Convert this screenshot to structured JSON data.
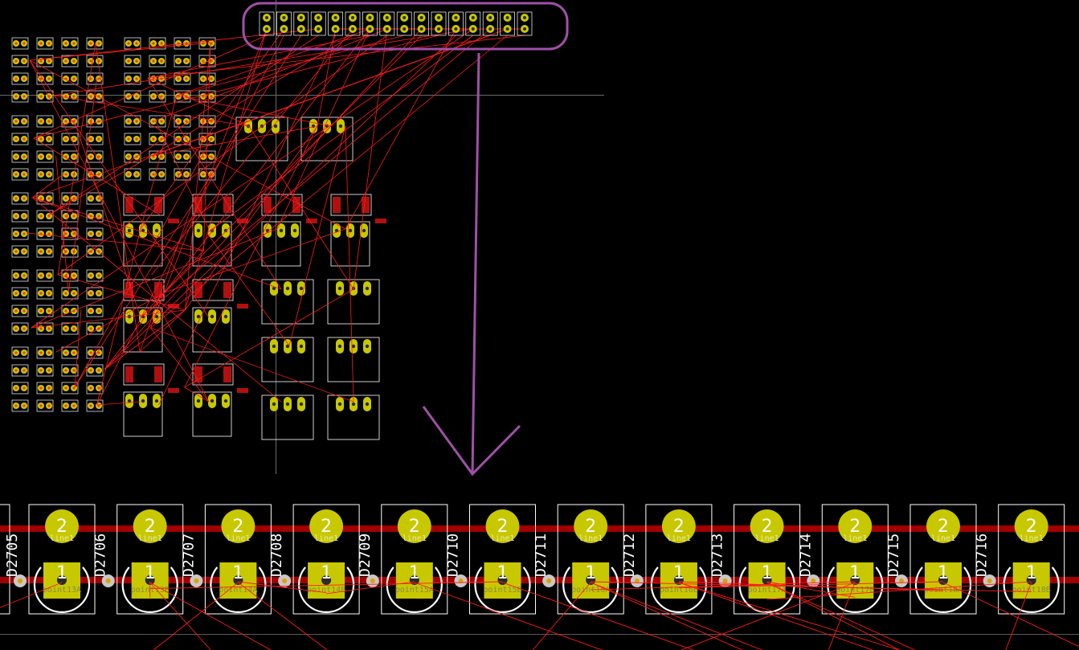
{
  "app": {
    "view": "PCB footprint placement",
    "background": "#000000"
  },
  "colors": {
    "ratsnest": "#ff1a1a",
    "pad": "#c8c800",
    "pad_hole": "#2a2a2a",
    "courtyard": "#ffffff",
    "copper_track": "#a00000",
    "annotation": "#a050a8",
    "crosshair": "#6a6a6a",
    "via": "#c8c8c8"
  },
  "annotation": {
    "shape": "rounded-box-with-arrow",
    "meaning": "highlighted connector row moves down to footprint strip"
  },
  "icons": [
    "arrow-down-icon"
  ],
  "strip": {
    "track_net_top": "line1",
    "pad_top_number": "2",
    "pad_bottom_number": "1",
    "refdes": [
      "D2705",
      "D2706",
      "D2707",
      "D2708",
      "D2709",
      "D2710",
      "D2711",
      "D2712",
      "D2713",
      "D2714",
      "D2715",
      "D2716"
    ],
    "nets": [
      "point13A",
      "point13B",
      "point14A",
      "point14B",
      "point15A",
      "point15B",
      "point16A",
      "point16B",
      "point17A",
      "point17B",
      "point18A",
      "point18B"
    ]
  }
}
